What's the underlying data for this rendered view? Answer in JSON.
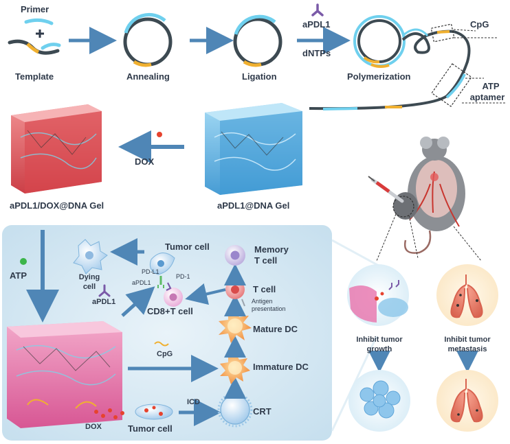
{
  "workflow": {
    "primer": "Primer",
    "template": "Template",
    "annealing": "Annealing",
    "ligation": "Ligation",
    "antibody": "aPDL1",
    "dntps": "dNTPs",
    "polymerization": "Polymerization",
    "cpg": "CpG",
    "atp_aptamer_line1": "ATP",
    "atp_aptamer_line2": "aptamer"
  },
  "gels": {
    "dox_gel": "aPDL1/DOX@DNA Gel",
    "apdl1_gel": "aPDL1@DNA Gel",
    "dox": "DOX"
  },
  "mechanism": {
    "atp": "ATP",
    "dying_cell_line1": "Dying",
    "dying_cell_line2": "cell",
    "tumor_cell_top": "Tumor cell",
    "pd_l1": "PD-L1",
    "pd_1": "PD-1",
    "apdl1_small": "aPDL1",
    "apdl1_free": "aPDL1",
    "cd8_t_cell": "CD8+T cell",
    "memory_t_line1": "Memory",
    "memory_t_line2": "T cell",
    "t_cell": "T cell",
    "antigen_line1": "Antigen",
    "antigen_line2": "presentation",
    "mature_dc": "Mature DC",
    "cpg": "CpG",
    "immature_dc": "Immature DC",
    "icd": "ICD",
    "crt": "CRT",
    "dox": "DOX",
    "tumor_cell_bottom": "Tumor cell"
  },
  "outcomes": {
    "growth_line1": "Inhibit tumor",
    "growth_line2": "growth",
    "metastasis_line1": "Inhibit tumor",
    "metastasis_line2": "metastasis"
  },
  "colors": {
    "dna_blue": "#6fd0ee",
    "dna_dark": "#3d4a52",
    "dna_orange": "#f0b030",
    "arrow_blue": "#4f86b6",
    "gel_red": "#e0535a",
    "gel_blue": "#5cb4e6",
    "gel_pink": "#e96aa3",
    "panel_bg": "#d7e9f3",
    "antibody_purple": "#7a5aa8"
  }
}
